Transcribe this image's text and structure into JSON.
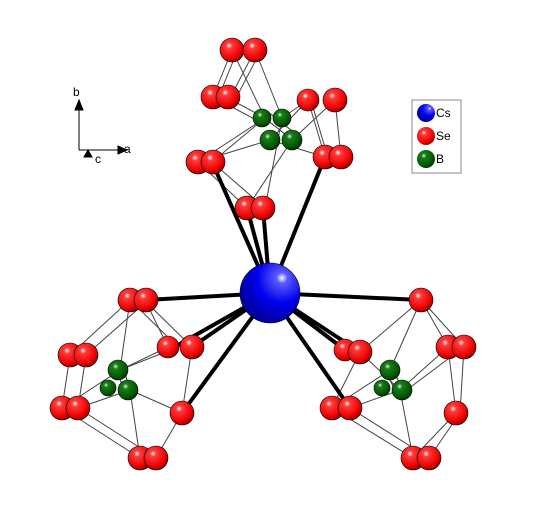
{
  "legend": {
    "items": [
      {
        "label": "Cs",
        "color": "#0000ee"
      },
      {
        "label": "Se",
        "color": "#ee0000"
      },
      {
        "label": "B",
        "color": "#006600"
      }
    ]
  },
  "axes": {
    "b": "b",
    "a": "a",
    "c": "c"
  },
  "colors": {
    "cs": "#0000ee",
    "se": "#ee0000",
    "b": "#005500",
    "bond_dark": "#000000",
    "bond_light": "#555555"
  }
}
